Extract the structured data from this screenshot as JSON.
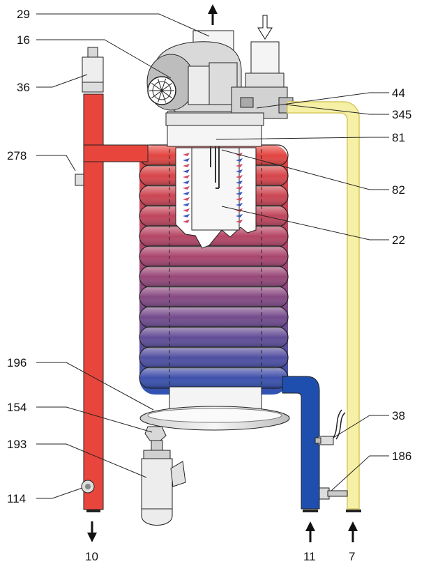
{
  "colors": {
    "hot_flow": "#e8453c",
    "cold_flow": "#1f4fae",
    "gas_line": "#f6f0a6",
    "gas_line_edge": "#d9c75f",
    "metal_light": "#f2f2f2",
    "metal_dark": "#444444"
  },
  "icons": {
    "flow_arrow": "arrow-icon",
    "air_intake": "hollow-arrow-icon"
  },
  "callouts": {
    "c29": "29",
    "c16": "16",
    "c36": "36",
    "c278": "278",
    "c44": "44",
    "c345": "345",
    "c81": "81",
    "c82": "82",
    "c22": "22",
    "c196": "196",
    "c154": "154",
    "c193": "193",
    "c114": "114",
    "c38": "38",
    "c186": "186",
    "c10": "10",
    "c11": "11",
    "c7": "7"
  }
}
